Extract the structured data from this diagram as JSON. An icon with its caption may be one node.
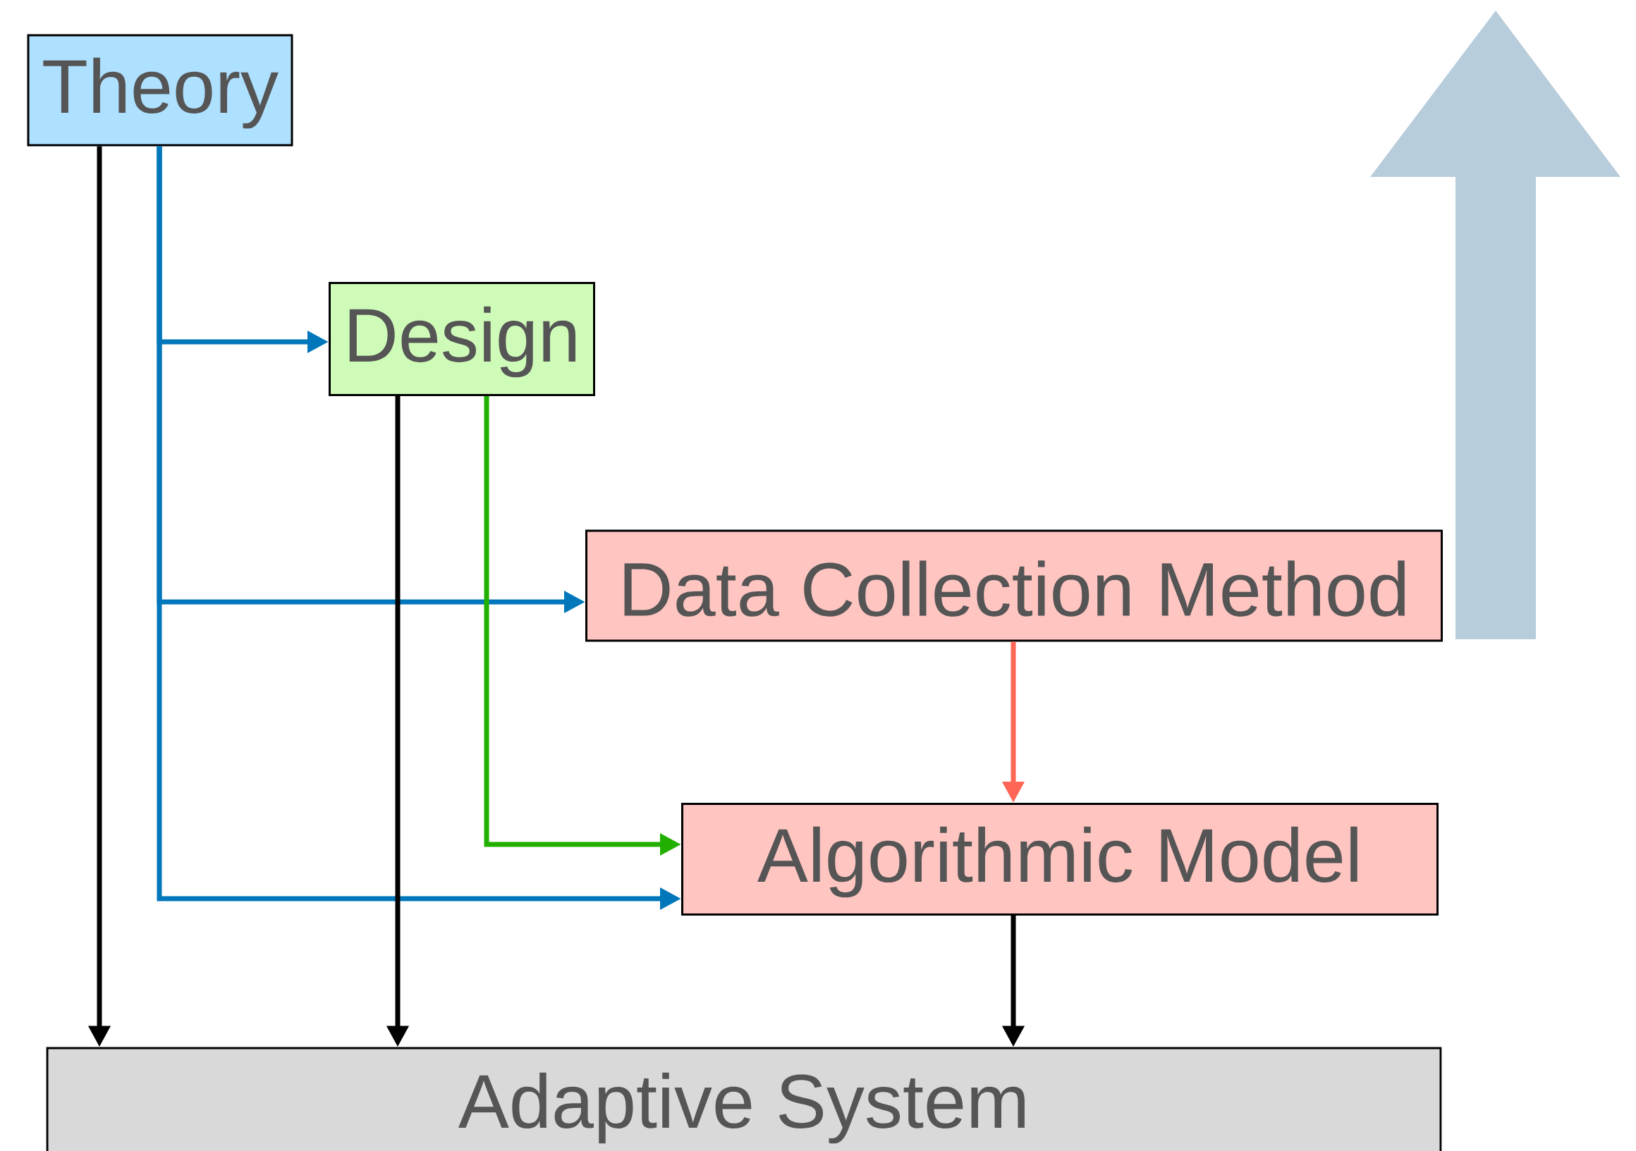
{
  "diagram": {
    "nodes": [
      {
        "text": [
          "Theory"
        ]
      },
      {
        "text": [
          "Design"
        ]
      },
      {
        "text": [
          "Data Collection Method"
        ]
      },
      {
        "text": [
          "Algorithmic Model"
        ]
      },
      {
        "text": [
          "Adaptive System"
        ]
      }
    ],
    "edges": [
      {
        "from": 0,
        "to": 4,
        "arrow": "to"
      },
      {
        "from": 0,
        "to": 1,
        "arrow": "to",
        "color": "#0077bb"
      },
      {
        "from": 0,
        "to": 2,
        "arrow": "to",
        "color": "#0077bb"
      },
      {
        "from": 0,
        "to": 3,
        "arrow": "to",
        "color": "#0077bb"
      },
      {
        "from": 1,
        "to": 4,
        "arrow": "to"
      },
      {
        "from": 1,
        "to": 3,
        "arrow": "to",
        "color": "#22b000"
      },
      {
        "from": 2,
        "to": 3,
        "arrow": "to",
        "color": "#ff6655"
      },
      {
        "from": 3,
        "to": 4,
        "arrow": "to"
      }
    ]
  }
}
